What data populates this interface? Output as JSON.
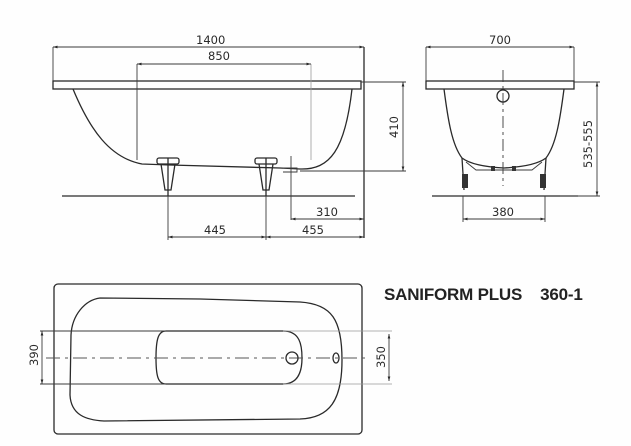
{
  "product": {
    "name": "SANIFORM PLUS",
    "model": "360-1"
  },
  "side_view": {
    "dimensions": {
      "overall_length": "1400",
      "inner_length": "850",
      "depth": "410",
      "leg_spacing": "445",
      "leg_to_end": "455",
      "drain_offset": "310"
    }
  },
  "end_view": {
    "dimensions": {
      "overall_width": "700",
      "height_range": "535-555",
      "leg_width": "380"
    }
  },
  "plan_view": {
    "dimensions": {
      "left_width": "390",
      "right_width": "350"
    }
  },
  "colors": {
    "line": "#2a2a2a",
    "background": "#fefefe"
  }
}
